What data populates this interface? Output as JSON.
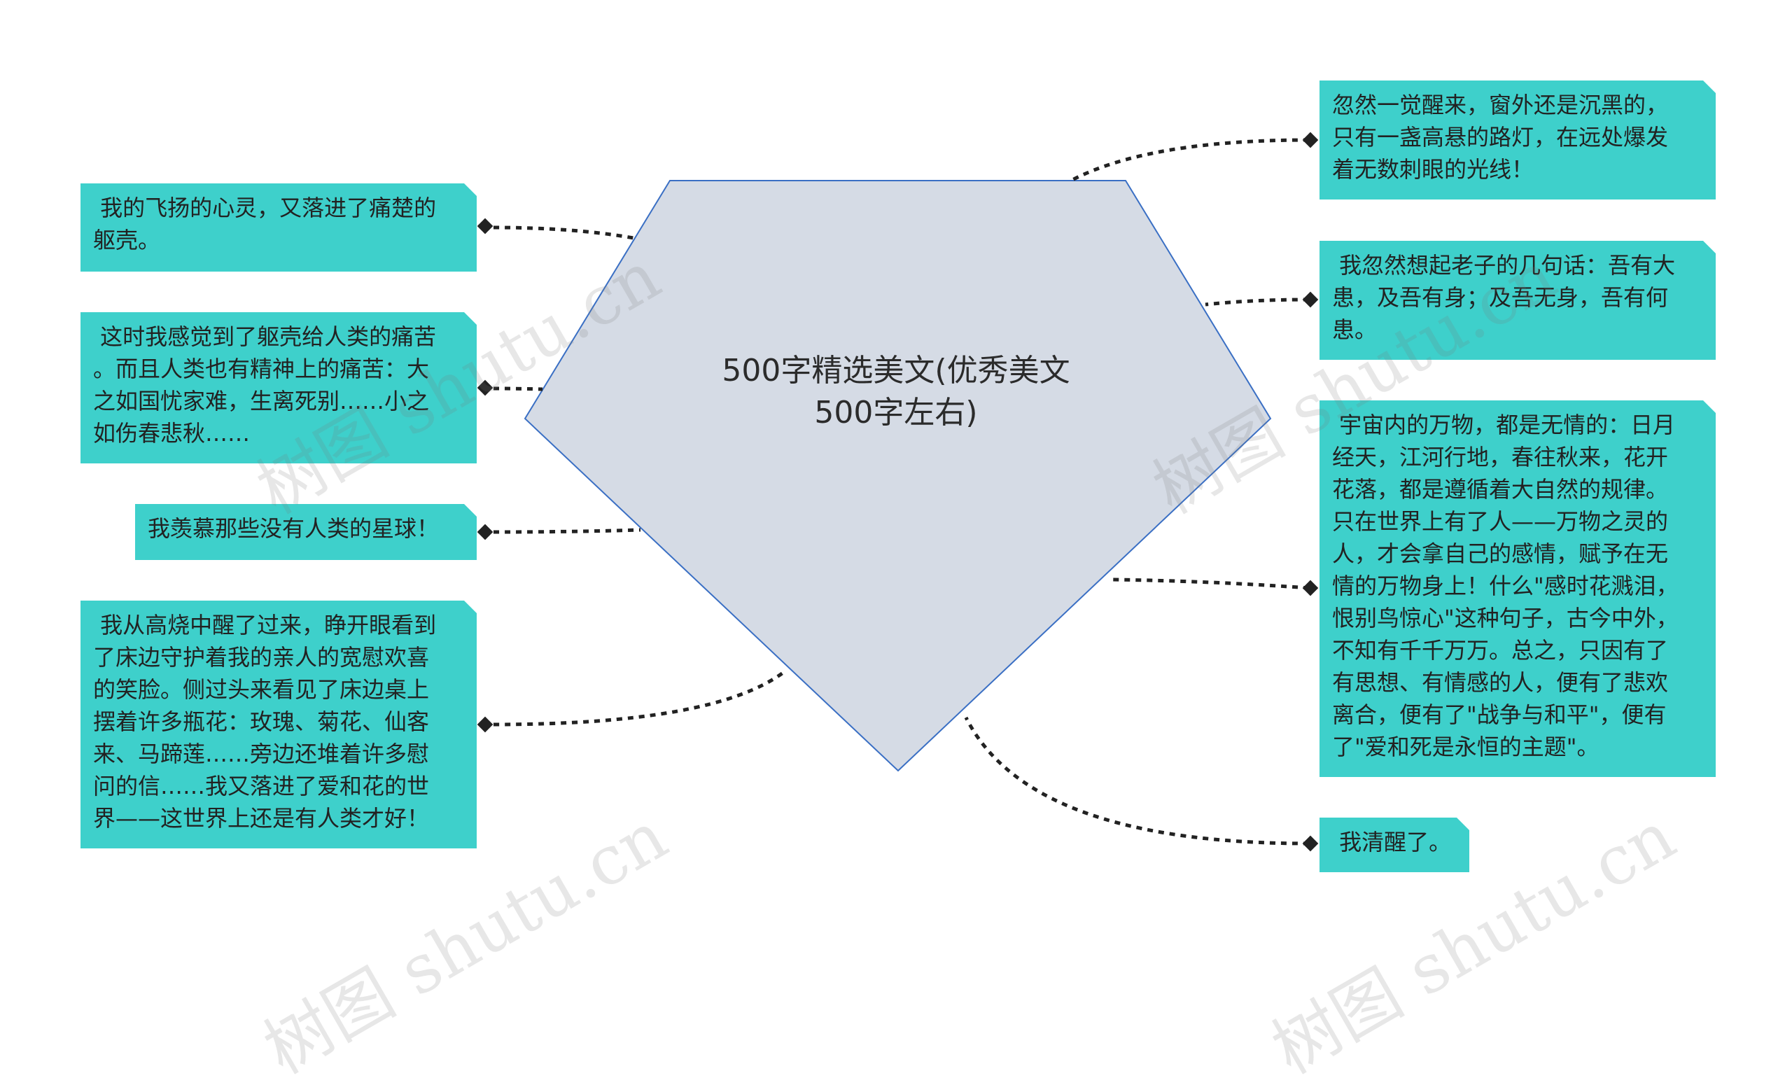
{
  "center": {
    "title": "500字精选美文(优秀美文\n500字左右)"
  },
  "colors": {
    "node_bg": "#3ed0cb",
    "center_fill": "#d5dbe5",
    "center_stroke": "#3a6fc4",
    "connector": "#222222"
  },
  "left_nodes": [
    {
      "text": " 我的飞扬的心灵，又落进了痛楚的\n躯壳。"
    },
    {
      "text": " 这时我感觉到了躯壳给人类的痛苦\n。而且人类也有精神上的痛苦：大\n之如国忧家难，生离死别……小之\n如伤春悲秋……"
    },
    {
      "text": "我羡慕那些没有人类的星球！"
    },
    {
      "text": " 我从高烧中醒了过来，睁开眼看到\n了床边守护着我的亲人的宽慰欢喜\n的笑脸。侧过头来看见了床边桌上\n摆着许多瓶花：玫瑰、菊花、仙客\n来、马蹄莲……旁边还堆着许多慰\n问的信……我又落进了爱和花的世\n界——这世界上还是有人类才好！"
    }
  ],
  "right_nodes": [
    {
      "text": "忽然一觉醒来，窗外还是沉黑的，\n只有一盏高悬的路灯，在远处爆发\n着无数刺眼的光线！"
    },
    {
      "text": " 我忽然想起老子的几句话：吾有大\n患，及吾有身；及吾无身，吾有何\n患。"
    },
    {
      "text": " 宇宙内的万物，都是无情的：日月\n经天，江河行地，春往秋来，花开\n花落，都是遵循着大自然的规律。\n只在世界上有了人——万物之灵的\n人，才会拿自己的感情，赋予在无\n情的万物身上！什么\"感时花溅泪，\n恨别鸟惊心\"这种句子，古今中外，\n不知有千千万万。总之，只因有了\n有思想、有情感的人，便有了悲欢\n离合，便有了\"战争与和平\"，便有\n了\"爱和死是永恒的主题\"。"
    },
    {
      "text": " 我清醒了。"
    }
  ],
  "watermarks": [
    "树图 shutu.cn",
    "树图 shutu.cn",
    "树图 shutu.cn",
    "树图 shutu.cn"
  ]
}
